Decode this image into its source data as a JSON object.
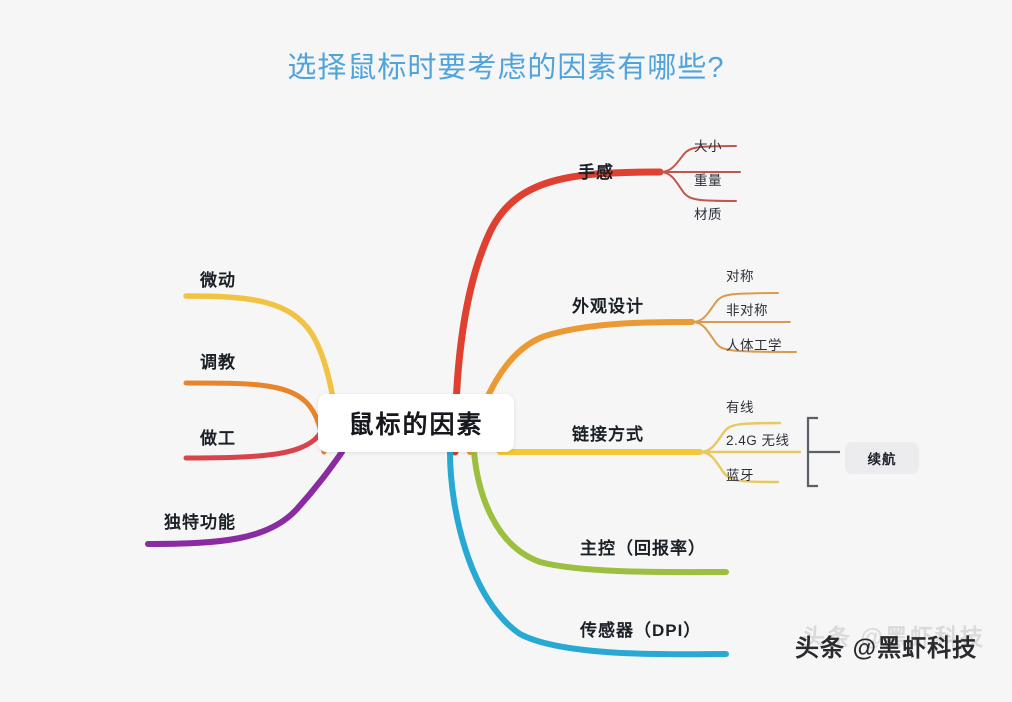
{
  "title": "选择鼠标时要考虑的因素有哪些?",
  "central": {
    "label": "鼠标的因素"
  },
  "colors": {
    "background": "#f6f6f7",
    "title": "#50a3db",
    "central_text": "#16181d",
    "branch_shougan": "#e0402f",
    "branch_waiguan": "#eb9a33",
    "branch_lianjie": "#f2c835",
    "branch_zhukong": "#9cbf3f",
    "branch_chuanganqi": "#27a9d4",
    "branch_weidong": "#f2c342",
    "branch_tiaojiao": "#e8842b",
    "branch_zuogong": "#d9434b",
    "branch_dute": "#8a2ba2",
    "sub_shougan": "#c0574f",
    "sub_waiguan": "#d99b4e",
    "sub_lianjie": "#e8c860",
    "bracket": "#5b5f66",
    "badge_bg": "#ececef"
  },
  "branches": {
    "right": [
      {
        "id": "shougan",
        "label": "手感",
        "color": "#e0402f",
        "sub_color": "#c0574f",
        "children": [
          {
            "label": "大小"
          },
          {
            "label": "重量"
          },
          {
            "label": "材质"
          }
        ]
      },
      {
        "id": "waiguan-sheji",
        "label": "外观设计",
        "color": "#eb9a33",
        "sub_color": "#d99b4e",
        "children": [
          {
            "label": "对称"
          },
          {
            "label": "非对称"
          },
          {
            "label": "人体工学"
          }
        ]
      },
      {
        "id": "lianjie-fangshi",
        "label": "链接方式",
        "color": "#f2c835",
        "sub_color": "#e8c860",
        "children": [
          {
            "label": "有线"
          },
          {
            "label": "2.4G 无线"
          },
          {
            "label": "蓝牙"
          }
        ],
        "group_badge": "续航"
      },
      {
        "id": "zhukong",
        "label": "主控（回报率）",
        "color": "#9cbf3f",
        "children": []
      },
      {
        "id": "chuanganqi",
        "label": "传感器（DPI）",
        "color": "#27a9d4",
        "children": []
      }
    ],
    "left": [
      {
        "id": "weidong",
        "label": "微动",
        "color": "#f2c342",
        "children": []
      },
      {
        "id": "tiaojiao",
        "label": "调教",
        "color": "#e8842b",
        "children": []
      },
      {
        "id": "zuogong",
        "label": "做工",
        "color": "#d9434b",
        "children": []
      },
      {
        "id": "dute-gongneng",
        "label": "独特功能",
        "color": "#8a2ba2",
        "children": []
      }
    ]
  },
  "watermark": {
    "text": "头条 @黑虾科技"
  }
}
